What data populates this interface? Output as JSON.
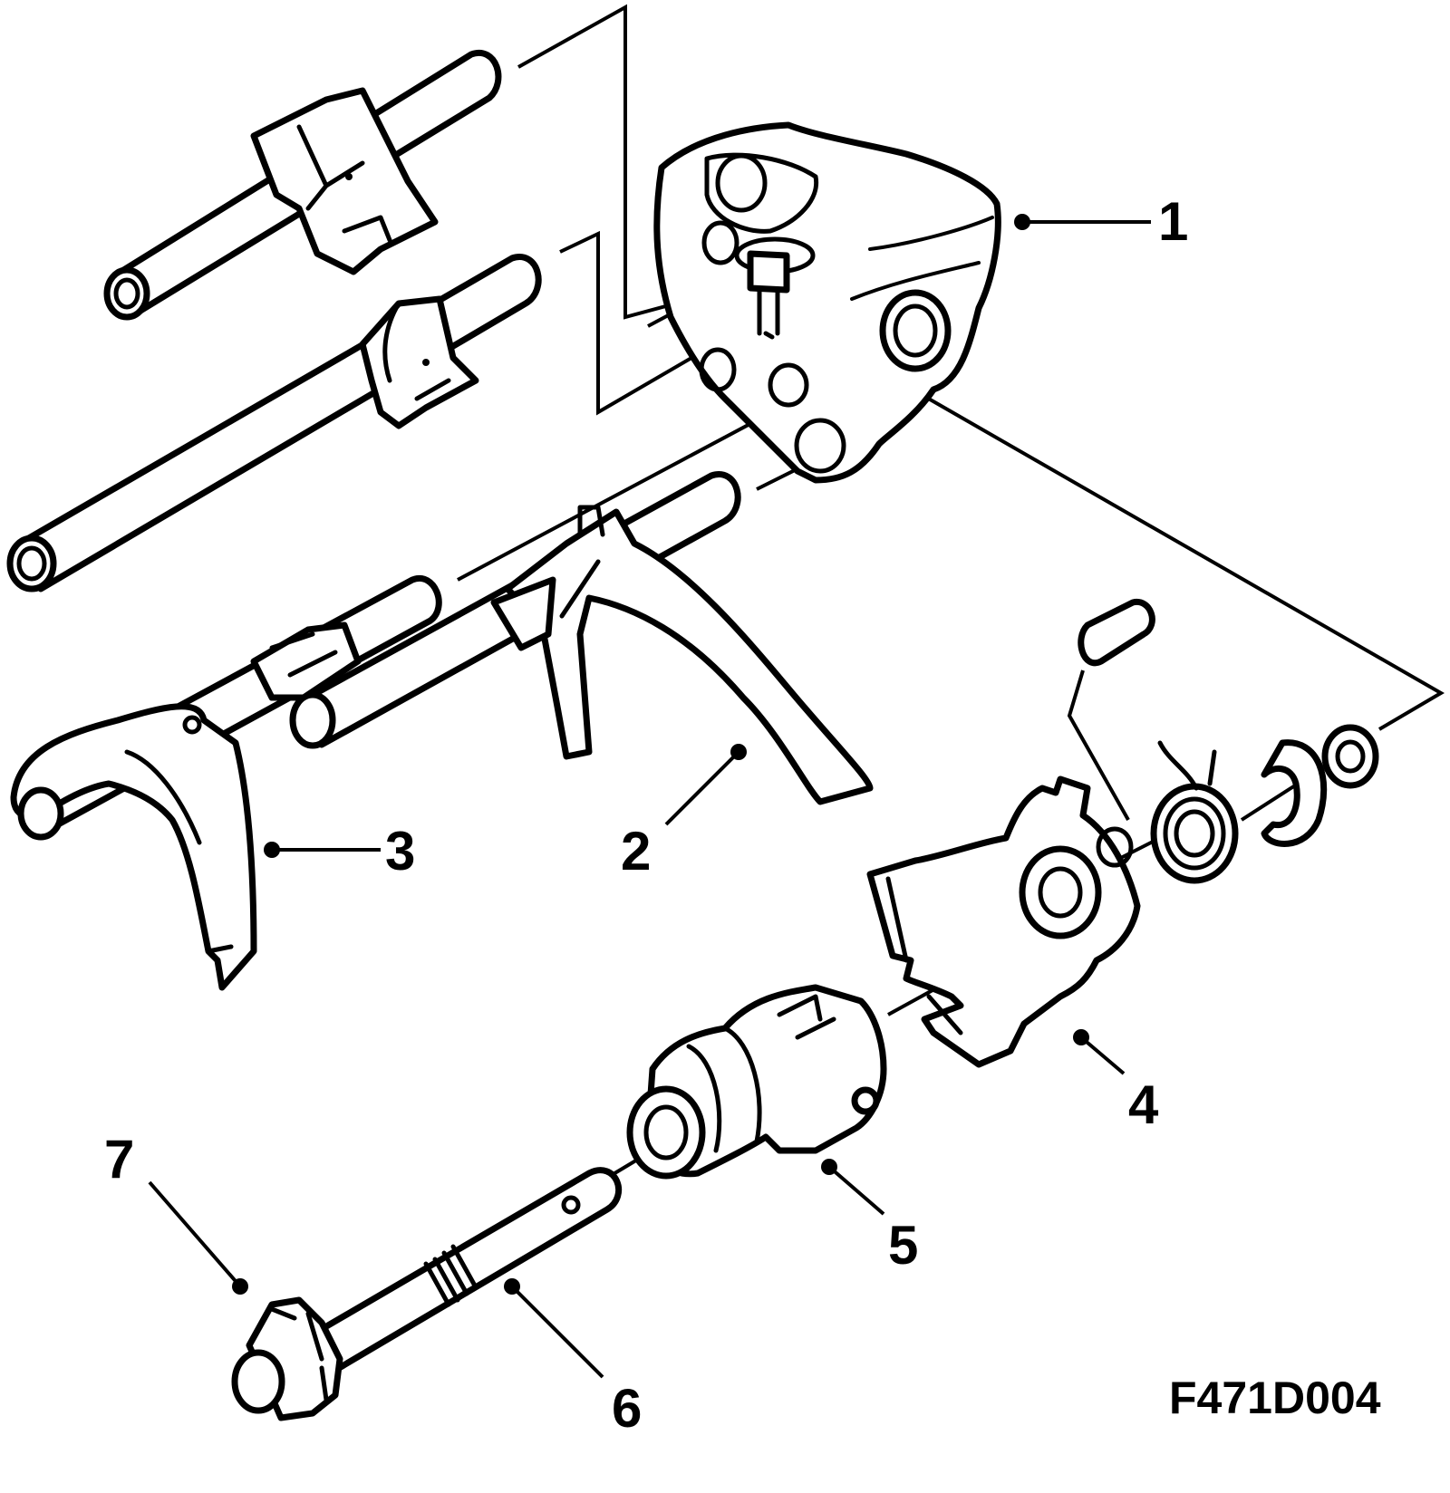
{
  "diagram": {
    "figure_code": "F471D004",
    "callouts": [
      {
        "id": "1",
        "label": "1"
      },
      {
        "id": "2",
        "label": "2"
      },
      {
        "id": "3",
        "label": "3"
      },
      {
        "id": "4",
        "label": "4"
      },
      {
        "id": "5",
        "label": "5"
      },
      {
        "id": "6",
        "label": "6"
      },
      {
        "id": "7",
        "label": "7"
      }
    ]
  },
  "colors": {
    "ink": "#000000",
    "paper": "#ffffff"
  }
}
